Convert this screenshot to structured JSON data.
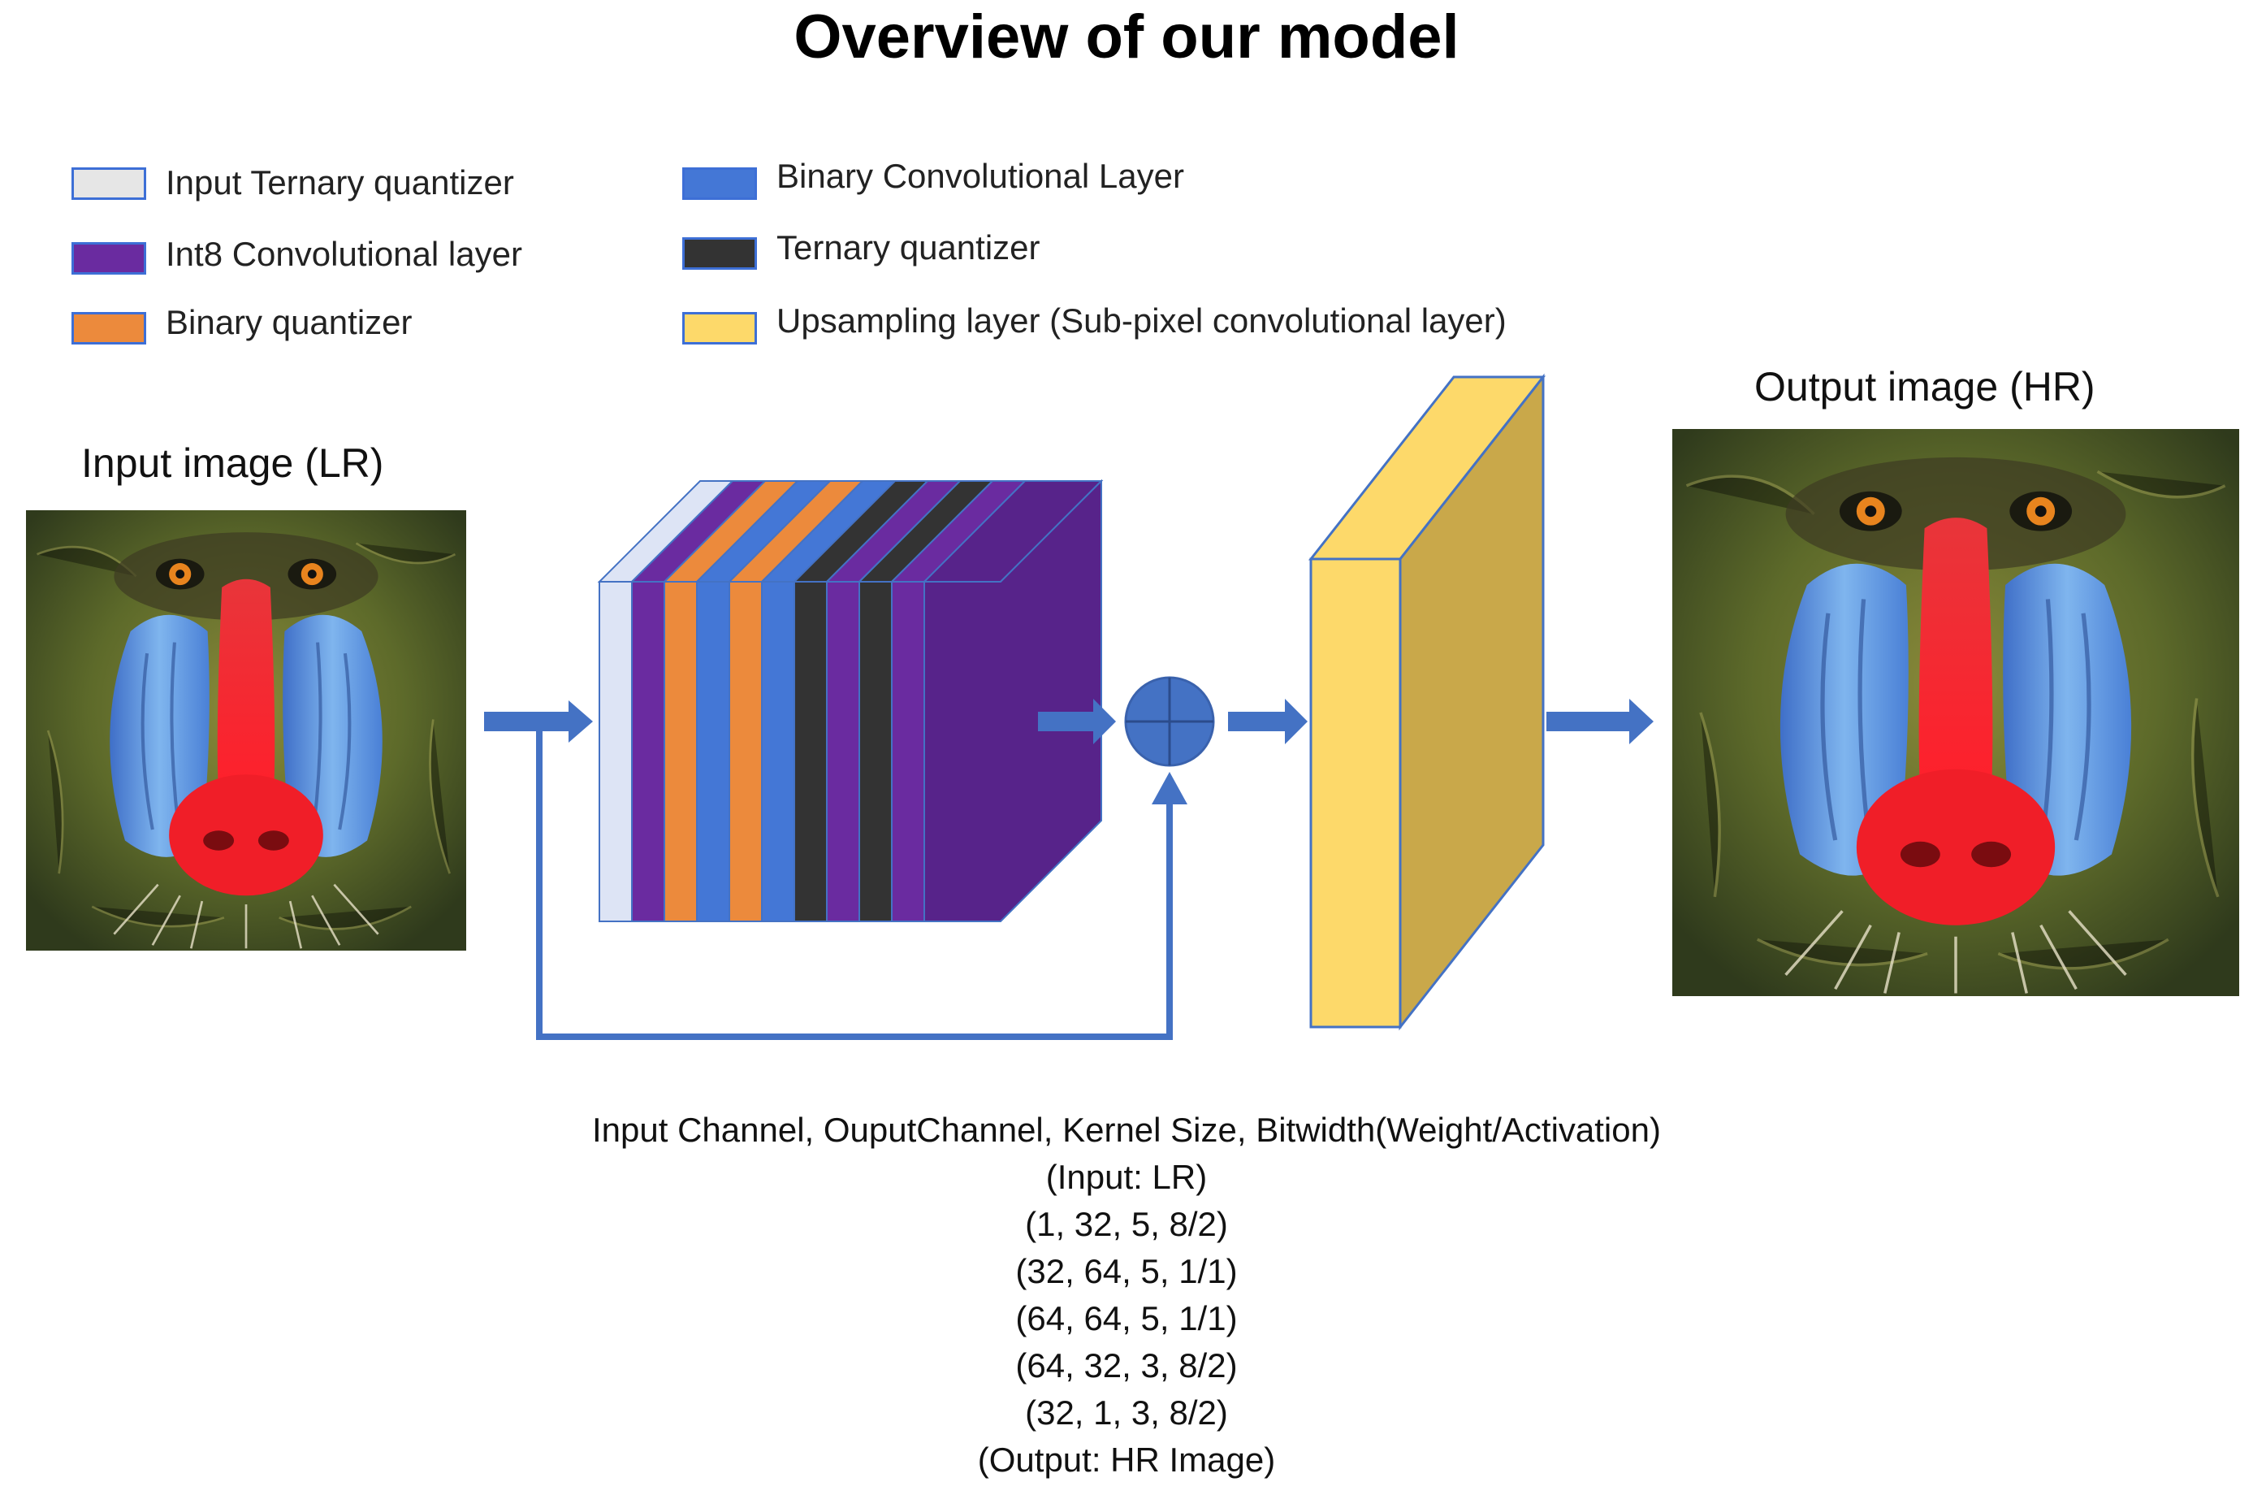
{
  "title": "Overview of our model",
  "legend": [
    {
      "label": "Input Ternary quantizer",
      "color": "#e6e6e6"
    },
    {
      "label": "Int8 Convolutional layer",
      "color": "#6a2ba0"
    },
    {
      "label": "Binary quantizer",
      "color": "#ec8a3c"
    },
    {
      "label": "Binary Convolutional Layer",
      "color": "#4477d6"
    },
    {
      "label": "Ternary quantizer",
      "color": "#333333"
    },
    {
      "label": "Upsampling layer (Sub-pixel convolutional layer)",
      "color": "#fdd96a"
    }
  ],
  "input_image": {
    "label": "Input image (LR)"
  },
  "output_image": {
    "label": "Output image (HR)"
  },
  "spec": {
    "header": "Input Channel, OuputChannel, Kernel Size, Bitwidth(Weight/Activation)",
    "input": "(Input: LR)",
    "layers": [
      "(1, 32, 5, 8/2)",
      "(32, 64, 5, 1/1)",
      "(64, 64, 5, 1/1)",
      "(64, 32, 3, 8/2)",
      "(32, 1, 3, 8/2)"
    ],
    "output": "(Output: HR Image)"
  },
  "colors": {
    "arrow": "#4472c4",
    "block_stripes": [
      "#dde4f5",
      "#6a2ba0",
      "#ec8a3c",
      "#4477d6",
      "#ec8a3c",
      "#4477d6",
      "#333333",
      "#6a2ba0",
      "#333333",
      "#6a2ba0"
    ],
    "block_front": "#57238a",
    "upsample_front": "#fdd96a",
    "upsample_side": "#c9a84a"
  }
}
